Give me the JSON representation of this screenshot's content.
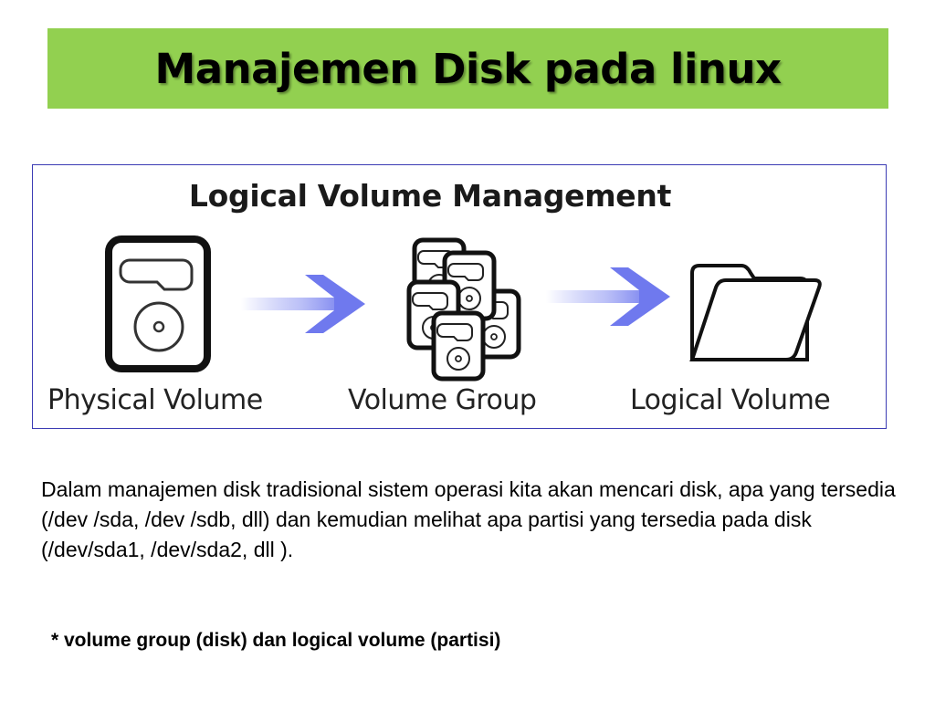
{
  "slide": {
    "title": "Manajemen Disk pada linux",
    "title_bg_color": "#92d050"
  },
  "diagram": {
    "heading": "Logical Volume Management",
    "stages": [
      {
        "label": "Physical Volume",
        "icon": "hard-disk-icon"
      },
      {
        "label": "Volume Group",
        "icon": "disk-group-icon"
      },
      {
        "label": "Logical Volume",
        "icon": "folder-icon"
      }
    ],
    "arrow_color": "#7b84f0",
    "border_color": "#3c3cb4"
  },
  "body": {
    "paragraph": "Dalam manajemen disk tradisional sistem operasi kita akan mencari disk, apa yang tersedia (/dev /sda, /dev /sdb, dll) dan kemudian melihat apa partisi yang tersedia pada disk (/dev/sda1, /dev/sda2, dll ).",
    "note": "* volume group (disk) dan logical volume (partisi)"
  }
}
